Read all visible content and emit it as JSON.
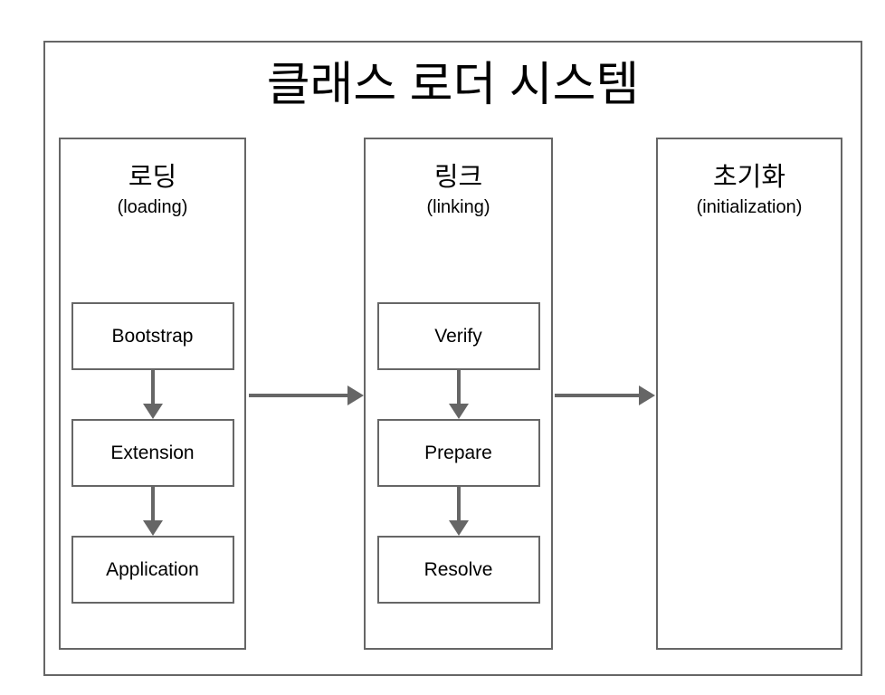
{
  "diagram": {
    "title": "클래스 로더 시스템",
    "colors": {
      "line": "#666666",
      "text": "#000000",
      "background": "#ffffff"
    },
    "columns": [
      {
        "title_ko": "로딩",
        "title_en": "(loading)",
        "steps": [
          "Bootstrap",
          "Extension",
          "Application"
        ]
      },
      {
        "title_ko": "링크",
        "title_en": "(linking)",
        "steps": [
          "Verify",
          "Prepare",
          "Resolve"
        ]
      },
      {
        "title_ko": "초기화",
        "title_en": "(initialization)",
        "steps": []
      }
    ]
  }
}
